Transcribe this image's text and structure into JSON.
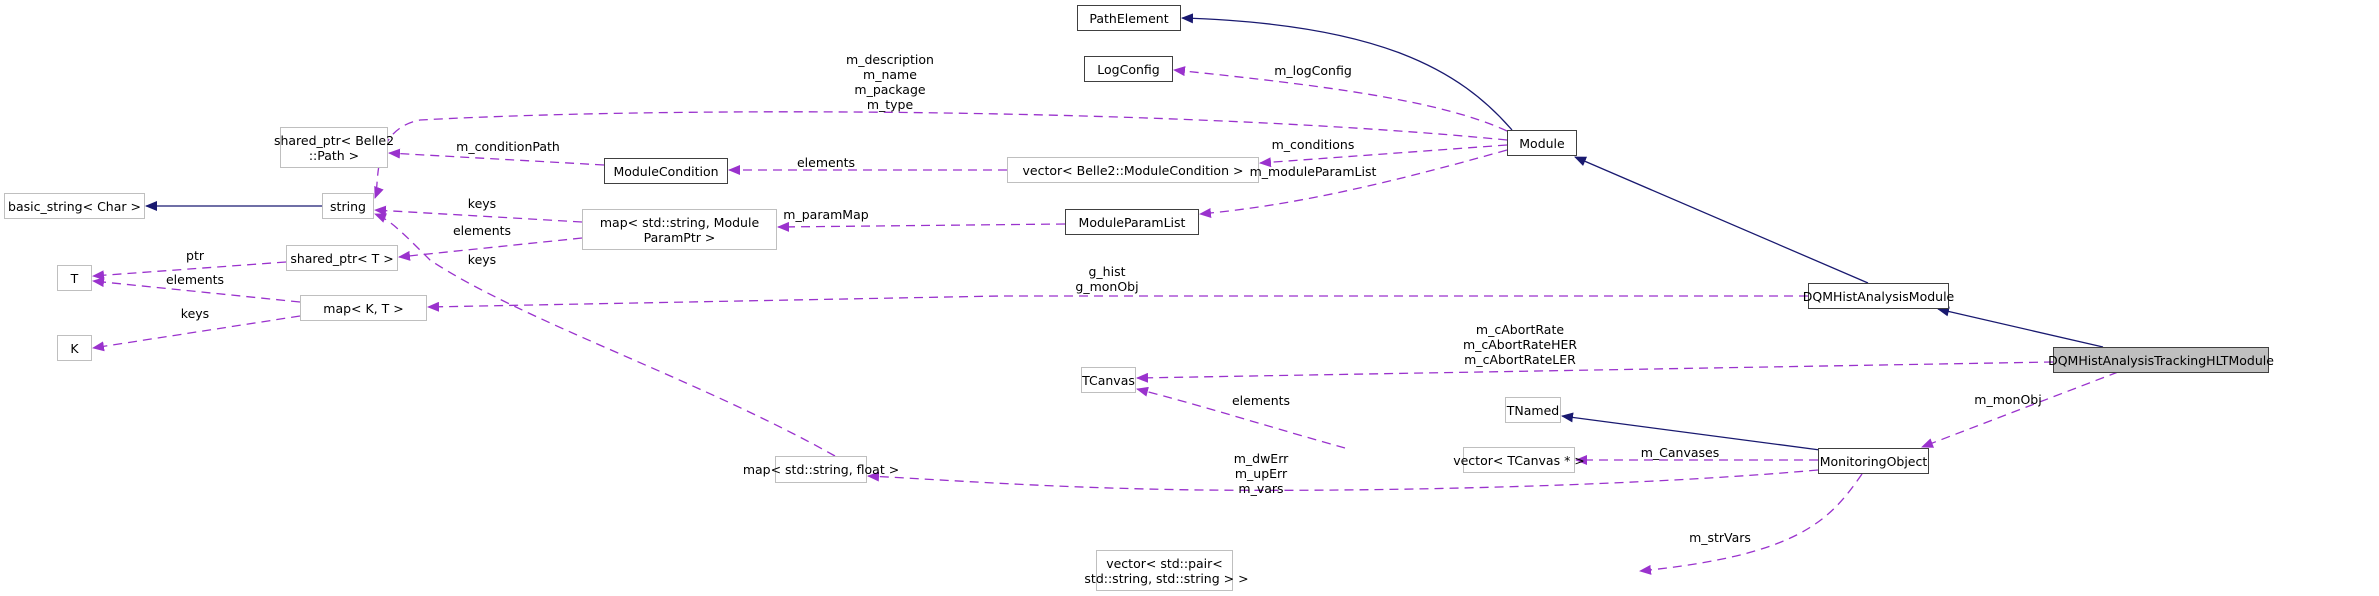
{
  "colors": {
    "inheritance": "#191970",
    "usage": "#9a32cd",
    "focus_fill": "#bfbfbf"
  },
  "nodes": {
    "path_element": "PathElement",
    "log_config": "LogConfig",
    "module": "Module",
    "shared_ptr_path": "shared_ptr< Belle2\n::Path >",
    "module_condition": "ModuleCondition",
    "vector_module_condition": "vector< Belle2::ModuleCondition >",
    "module_param_list": "ModuleParamList",
    "basic_string": "basic_string< Char >",
    "string": "string",
    "map_param_ptr": "map< std::string, Module\nParamPtr >",
    "shared_ptr_t": "shared_ptr< T >",
    "t": "T",
    "map_kt": "map< K, T >",
    "k": "K",
    "dqm_hist_analysis_module": "DQMHistAnalysisModule",
    "dqm_tracking_hlt_module": "DQMHistAnalysisTrackingHLTModule",
    "tcanvas": "TCanvas",
    "tnamed": "TNamed",
    "vector_tcanvas": "vector< TCanvas * >",
    "monitoring_object": "MonitoringObject",
    "map_string_float": "map< std::string, float >",
    "vector_pair": "vector< std::pair<\n std::string, std::string > >"
  },
  "edge_labels": {
    "module_strings": "m_description\nm_name\nm_package\nm_type",
    "log_config": "m_logConfig",
    "condition_path": "m_conditionPath",
    "conditions_elements": "elements",
    "conditions": "m_conditions",
    "module_param_list": "m_moduleParamList",
    "param_map": "m_paramMap",
    "param_keys": "keys",
    "param_elements": "elements",
    "float_keys": "keys",
    "ptr": "ptr",
    "kt_elements": "elements",
    "kt_keys": "keys",
    "hist_monobj": "g_hist\ng_monObj",
    "abort_rates": "m_cAbortRate\nm_cAbortRateHER\nm_cAbortRateLER",
    "canvas_elements": "elements",
    "canvases": "m_Canvases",
    "vars": "m_dwErr\nm_upErr\nm_vars",
    "mon_obj": "m_monObj",
    "str_vars": "m_strVars"
  }
}
